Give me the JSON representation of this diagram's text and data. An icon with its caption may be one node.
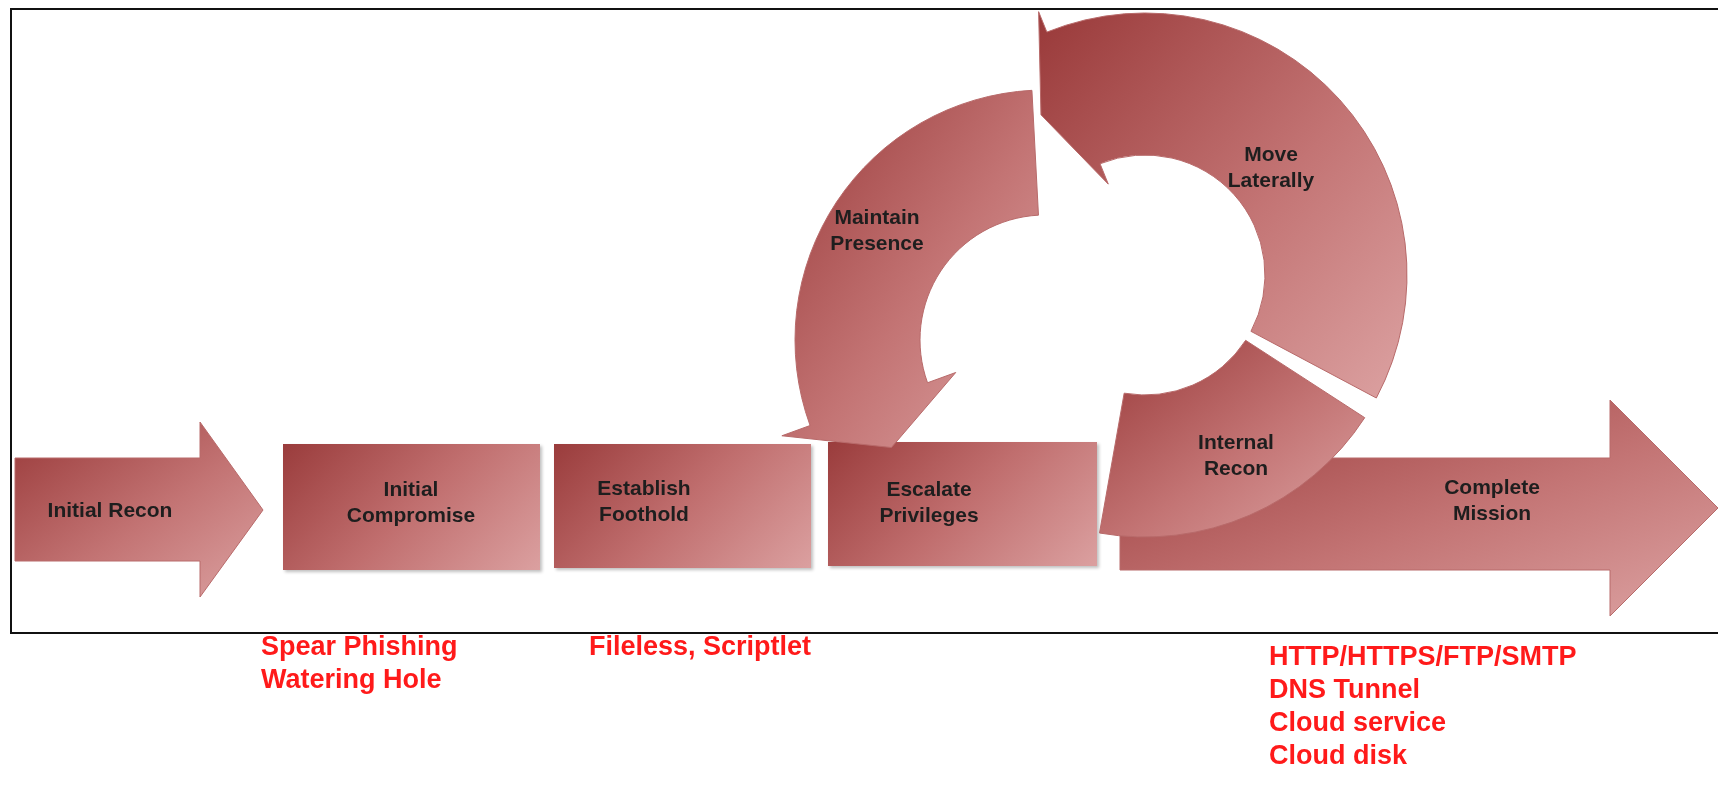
{
  "diagram": {
    "nodes": [
      {
        "text": [
          "Initial Recon"
        ]
      },
      {
        "text": [
          "Initial Compromise"
        ],
        "beside": [
          "Spear Phishing",
          "Watering Hole"
        ]
      },
      {
        "text": [
          "Establish Foothold"
        ],
        "beside": [
          "Fileless, Scriptlet"
        ]
      },
      {
        "text": [
          "Escalate Privileges"
        ]
      },
      {
        "text": [
          "Maintain Presence"
        ]
      },
      {
        "text": [
          "Move Laterally"
        ]
      },
      {
        "text": [
          "Complete Mission"
        ],
        "beside": [
          "HTTP/HTTPS/FTP/SMTP",
          "DNS Tunnel",
          "Cloud service",
          "Cloud disk"
        ]
      },
      {
        "text": [
          "Internal Recon"
        ]
      }
    ]
  }
}
